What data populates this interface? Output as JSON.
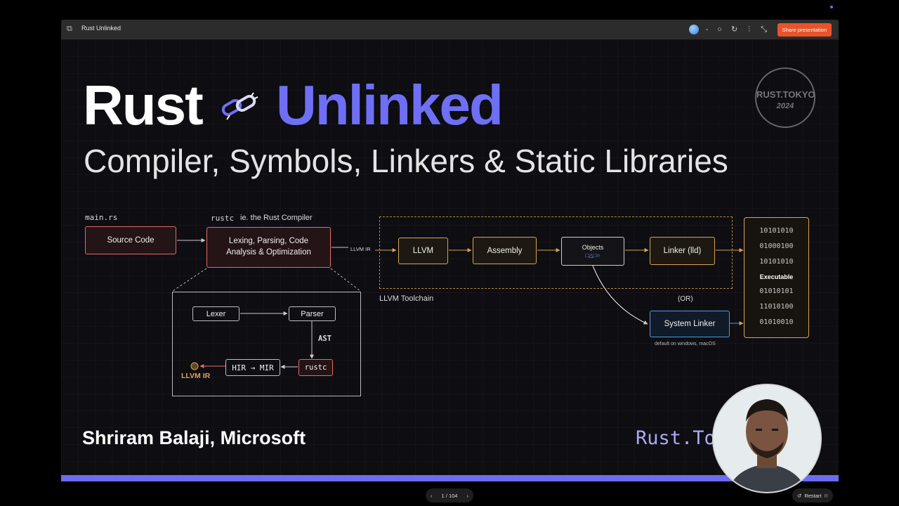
{
  "window": {
    "title": "Rust Unlinked",
    "share_label": "Share presentation"
  },
  "slide": {
    "title_rust": "Rust",
    "title_unlinked": "Unlinked",
    "subtitle": "Compiler, Symbols, Linkers & Static Libraries",
    "seal": {
      "line1": "RUST.TOKYO",
      "line2": "2024"
    },
    "diagram": {
      "main_rs": "main.rs",
      "rustc": "rustc",
      "rustc_desc": "ie. the Rust Compiler",
      "source_code": "Source Code",
      "rustc_box": "Lexing, Parsing, Code Analysis & Optimization",
      "llvm_ir_edge": "LLVM IR",
      "llvm": "LLVM",
      "assembly": "Assembly",
      "objects": "Objects",
      "objects_shapes": "□△□○",
      "linker": "Linker (lld)",
      "toolchain_label": "LLVM Toolchain",
      "or": "(OR)",
      "system_linker": "System Linker",
      "system_linker_note": "default on windows, macOS",
      "executable": {
        "bits_top": [
          "10101010",
          "01000100",
          "10101010"
        ],
        "label": "Executable",
        "bits_bottom": [
          "01010101",
          "11010100",
          "01010010"
        ]
      },
      "zoom": {
        "lexer": "Lexer",
        "parser": "Parser",
        "ast": "AST",
        "rustc": "rustc",
        "hir_mir": "HIR → MIR",
        "llvm_ir": "LLVM IR"
      }
    },
    "author": "Shriram Balaji, Microsoft",
    "link": "Rust.Tokyo"
  },
  "controls": {
    "page": "1 / 104",
    "restart": "Restart",
    "restart_shortcut": "R"
  },
  "colors": {
    "accent": "#6f6ff5",
    "share": "#e8542a",
    "compiler_red": "#e26a6a",
    "llvm_gold": "#d4a454",
    "system_blue": "#4f9ae8"
  }
}
